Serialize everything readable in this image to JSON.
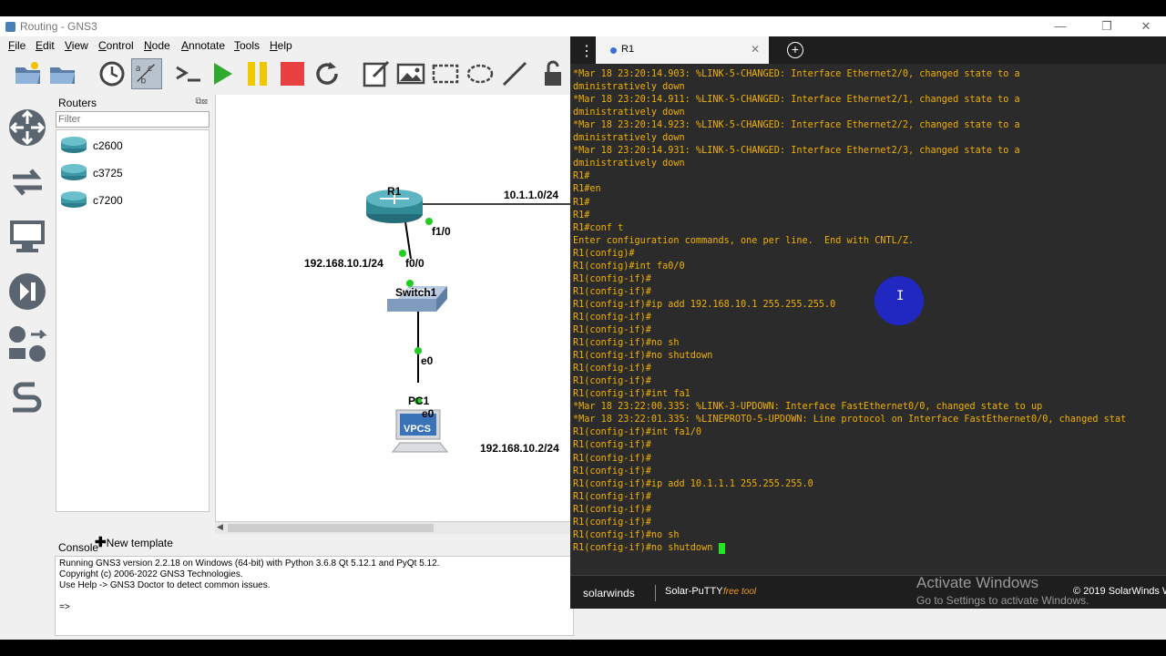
{
  "window": {
    "title": "Routing - GNS3",
    "minimize": "—",
    "maximize": "❐",
    "close": "✕"
  },
  "menu": [
    "File",
    "Edit",
    "View",
    "Control",
    "Node",
    "Annotate",
    "Tools",
    "Help"
  ],
  "toolbar": {
    "icons": [
      "open-folder-icon",
      "folder-icon",
      "clock-icon",
      "abc-icon",
      "terminal-icon",
      "play-icon",
      "pause-icon",
      "stop-icon",
      "reload-icon",
      "note-icon",
      "image-icon",
      "rectangle-icon",
      "ellipse-icon",
      "line-icon",
      "lock-icon"
    ],
    "colors": {
      "play": "#2eaa2e",
      "pause": "#f0c800",
      "stop": "#e84040"
    }
  },
  "sidebar": {
    "icons": [
      "routers-icon",
      "switches-icon",
      "end-devices-icon",
      "security-icon",
      "all-devices-icon",
      "add-link-icon"
    ]
  },
  "routers_dock": {
    "title": "Routers",
    "dock_buttons": "⧉⊠",
    "filter_placeholder": "Filter",
    "items": [
      "c2600",
      "c3725",
      "c7200"
    ],
    "new_template": "New template"
  },
  "topology": {
    "r1_label": "R1",
    "r1_subnet_right": "10.1.1.0/24",
    "r1_f10": "f1/0",
    "r1_lan": "192.168.10.1/24",
    "r1_f00": "f0/0",
    "switch_label": "Switch1",
    "switch_e0": "e0",
    "pc_label": "PC1",
    "pc_e0": "e0",
    "pc_ip": "192.168.10.2/24",
    "vpcs": "VPCS",
    "link_dot_color": "#22cc22"
  },
  "console": {
    "title": "Console",
    "lines": [
      "Running GNS3 version 2.2.18 on Windows (64-bit) with Python 3.6.8 Qt 5.12.1 and PyQt 5.12.",
      "Copyright (c) 2006-2022 GNS3 Technologies.",
      "Use Help -> GNS3 Doctor to detect common issues."
    ],
    "prompt": "=>"
  },
  "putty": {
    "menu_icon": "⋮",
    "tab_label": "R1",
    "tab_close": "✕",
    "add_tab": "+",
    "terminal_color": "#f0b000",
    "cursor_color": "#22e622",
    "lines": [
      "*Mar 18 23:20:14.903: %LINK-5-CHANGED: Interface Ethernet2/0, changed state to a",
      "dministratively down",
      "*Mar 18 23:20:14.911: %LINK-5-CHANGED: Interface Ethernet2/1, changed state to a",
      "dministratively down",
      "*Mar 18 23:20:14.923: %LINK-5-CHANGED: Interface Ethernet2/2, changed state to a",
      "dministratively down",
      "*Mar 18 23:20:14.931: %LINK-5-CHANGED: Interface Ethernet2/3, changed state to a",
      "dministratively down",
      "R1#",
      "R1#en",
      "R1#",
      "R1#",
      "R1#conf t",
      "Enter configuration commands, one per line.  End with CNTL/Z.",
      "R1(config)#",
      "R1(config)#int fa0/0",
      "R1(config-if)#",
      "R1(config-if)#",
      "R1(config-if)#ip add 192.168.10.1 255.255.255.0",
      "R1(config-if)#",
      "R1(config-if)#",
      "R1(config-if)#no sh",
      "R1(config-if)#no shutdown",
      "R1(config-if)#",
      "R1(config-if)#",
      "R1(config-if)#int fa1",
      "*Mar 18 23:22:00.335: %LINK-3-UPDOWN: Interface FastEthernet0/0, changed state to up",
      "*Mar 18 23:22:01.335: %LINEPROTO-5-UPDOWN: Line protocol on Interface FastEthernet0/0, changed stat",
      "R1(config-if)#int fa1/0",
      "R1(config-if)#",
      "R1(config-if)#",
      "R1(config-if)#",
      "R1(config-if)#ip add 10.1.1.1 255.255.255.0",
      "R1(config-if)#",
      "R1(config-if)#",
      "R1(config-if)#",
      "R1(config-if)#no sh",
      "R1(config-if)#no shutdown "
    ],
    "ibeam": "I",
    "footer": {
      "brand": "solarwinds",
      "product": "Solar-PuTTY",
      "free": "free tool",
      "copyright": "© 2019 SolarWinds W"
    },
    "watermark": {
      "line1": "Activate Windows",
      "line2": "Go to Settings to activate Windows."
    }
  }
}
